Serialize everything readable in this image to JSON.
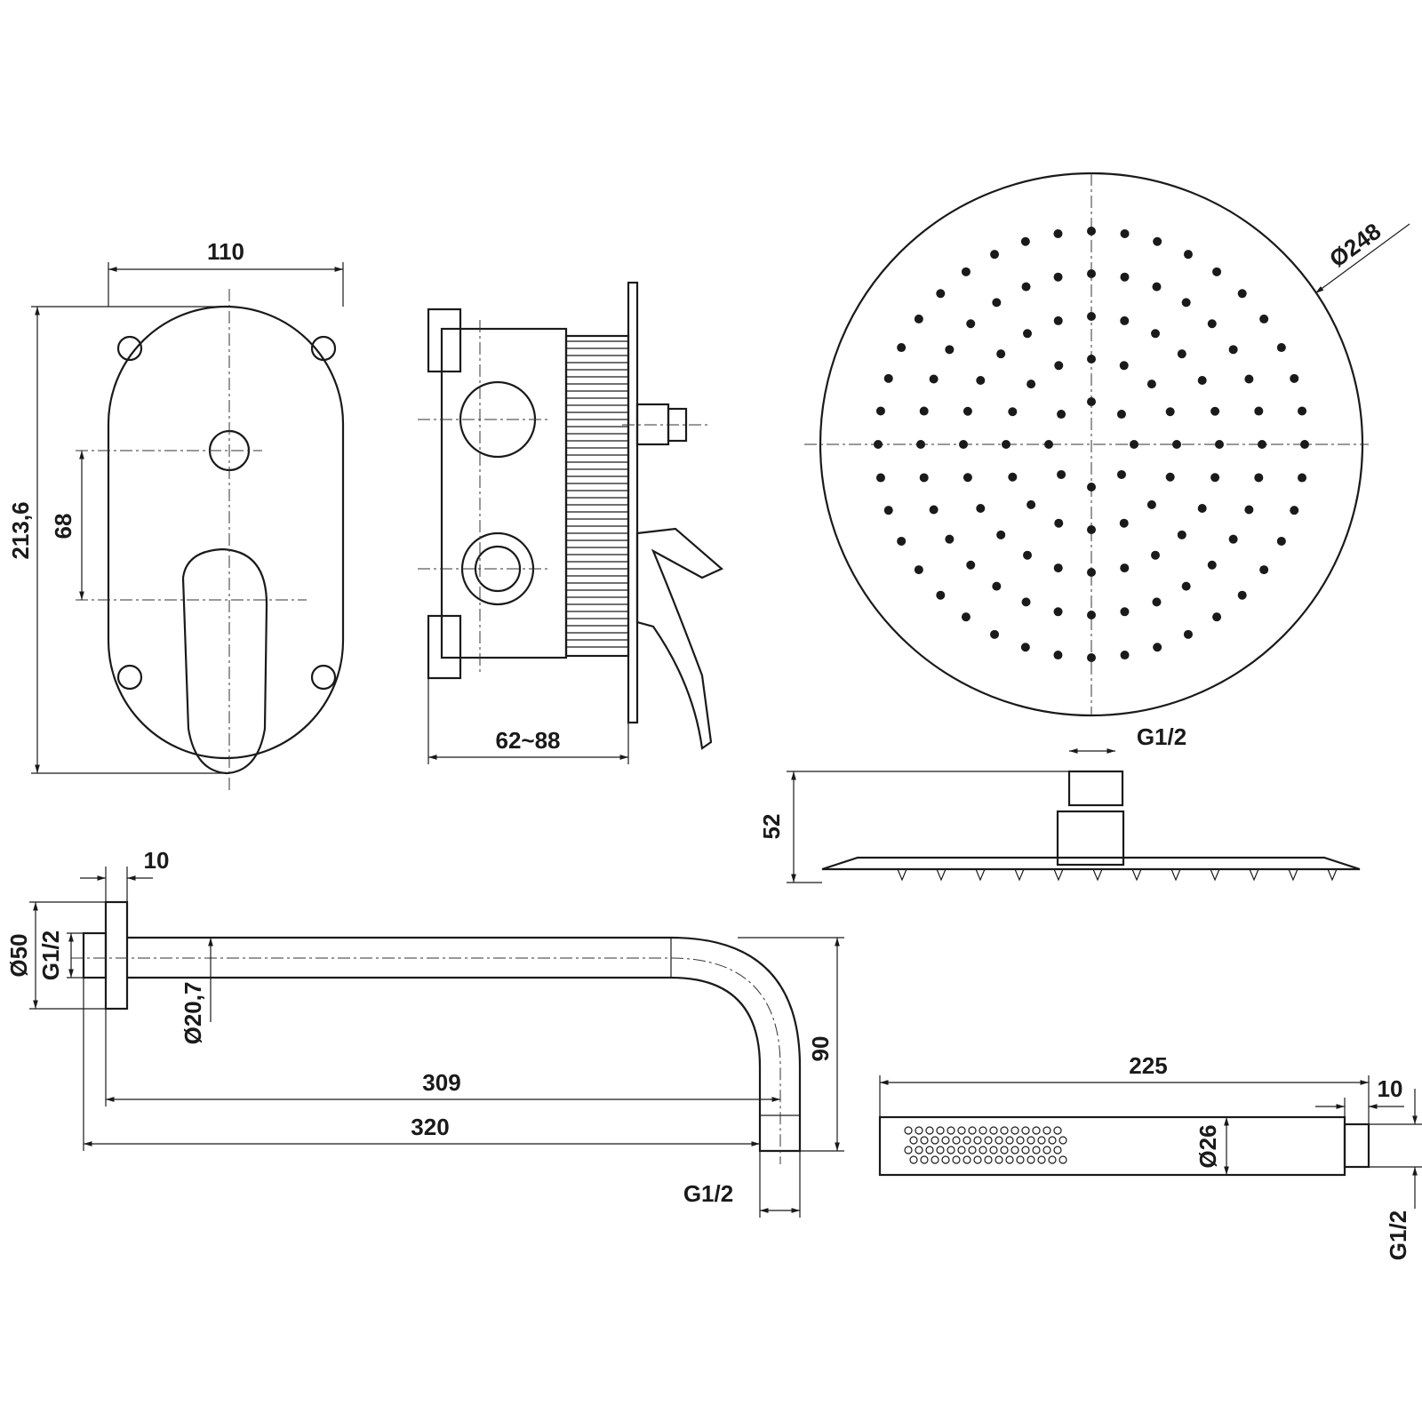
{
  "drawing": {
    "mixer_front": {
      "width": "110",
      "height": "213,6",
      "axis_spacing": "68"
    },
    "mixer_side": {
      "depth": "62~88"
    },
    "rain_head": {
      "diameter": "Ø248",
      "thread": "G1/2",
      "height": "52"
    },
    "shower_arm": {
      "flange_thickness": "10",
      "flange_diameter": "Ø50",
      "inlet_thread": "G1/2",
      "tube_diameter": "Ø20,7",
      "drop": "90",
      "length_inner": "309",
      "length_total": "320",
      "outlet_thread": "G1/2"
    },
    "hand_shower": {
      "length": "225",
      "connector": "10",
      "diameter": "Ø26",
      "thread": "G1/2"
    }
  }
}
